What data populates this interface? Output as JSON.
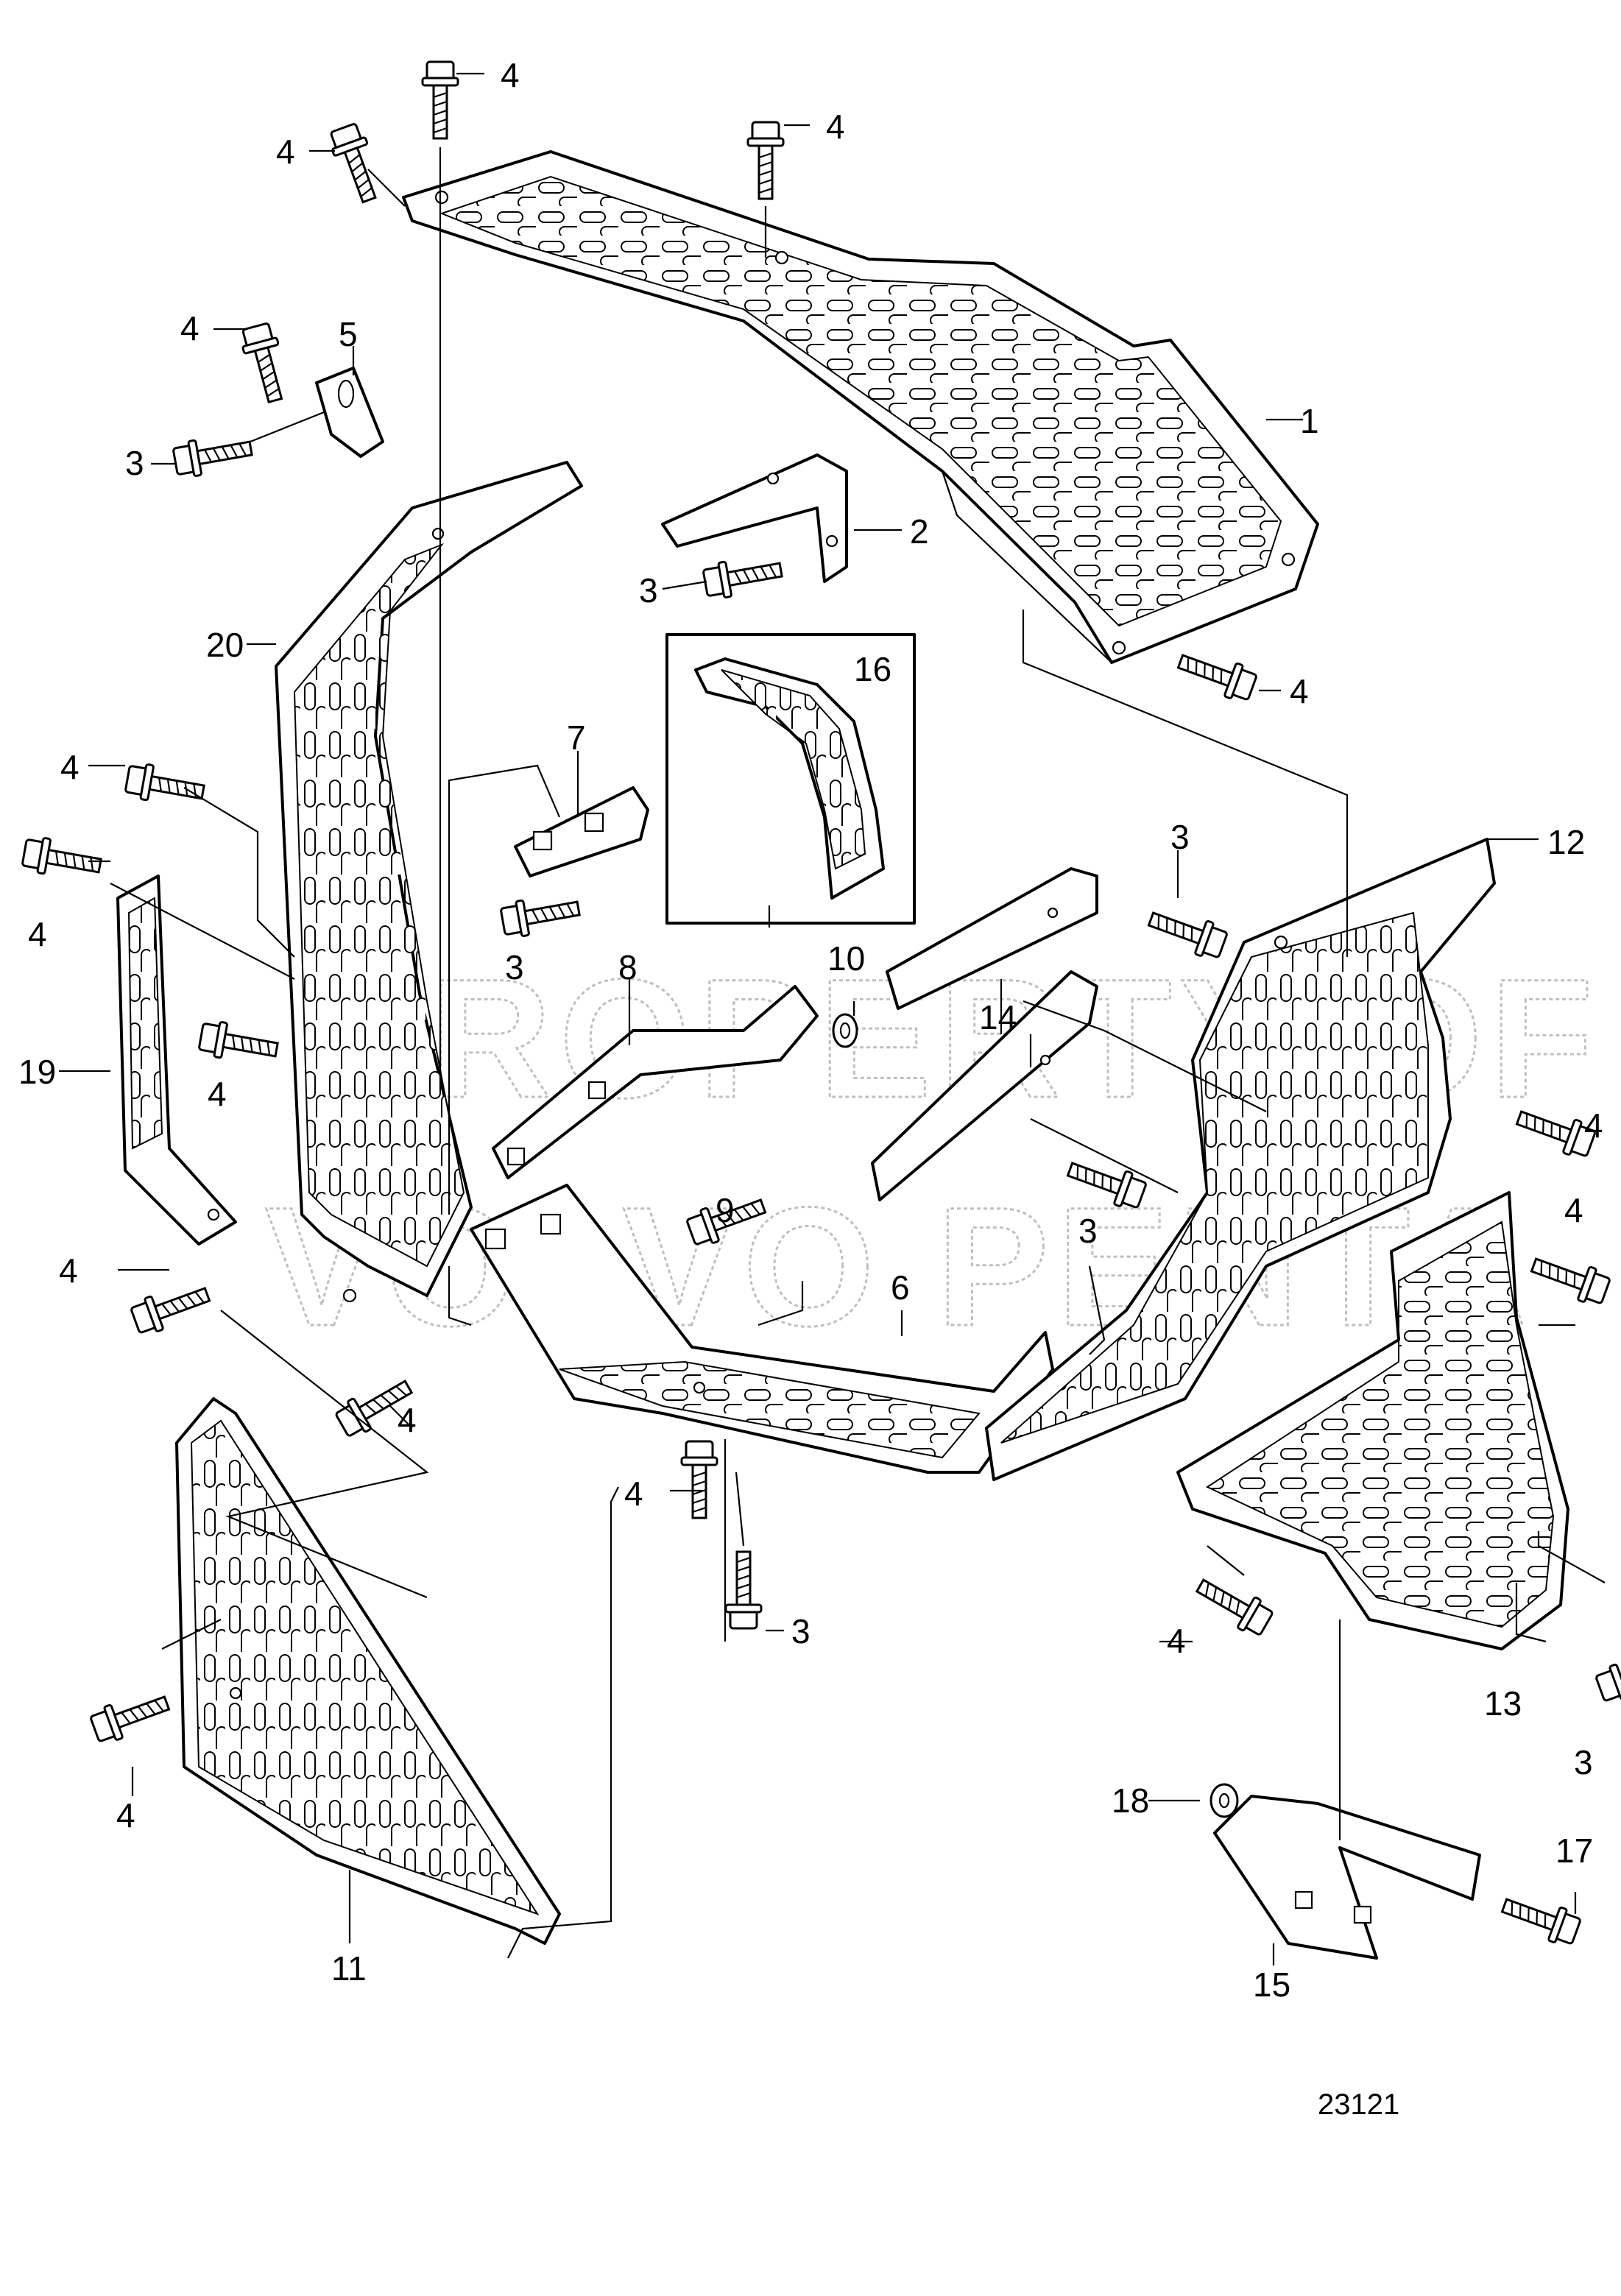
{
  "diagram": {
    "figure_number": "23121",
    "watermark": [
      "PROPERTY OF",
      "VOLVO PENTA"
    ],
    "callouts": {
      "c1": "1",
      "c2": "2",
      "c3": "3",
      "c4": "4",
      "c5": "5",
      "c6": "6",
      "c7": "7",
      "c8": "8",
      "c9": "9",
      "c10": "10",
      "c11": "11",
      "c12": "12",
      "c13": "13",
      "c14": "14",
      "c15": "15",
      "c16": "16",
      "c17": "17",
      "c18": "18",
      "c19": "19",
      "c20": "20"
    }
  }
}
